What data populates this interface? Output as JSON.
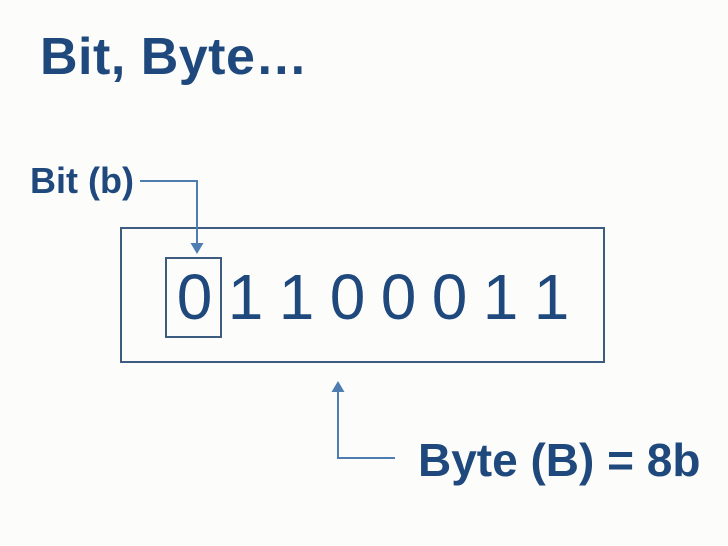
{
  "slide": {
    "title": "Bit, Byte…"
  },
  "labels": {
    "bit": "Bit (b)",
    "byte": "Byte (B) = 8b"
  },
  "bits": {
    "values": [
      "0",
      "1",
      "1",
      "0",
      "0",
      "0",
      "1",
      "1"
    ]
  },
  "colors": {
    "text": "#1F497D",
    "box-border": "#3D5C80",
    "connector": "#4E7DB2",
    "background": "#FCFCFA"
  }
}
